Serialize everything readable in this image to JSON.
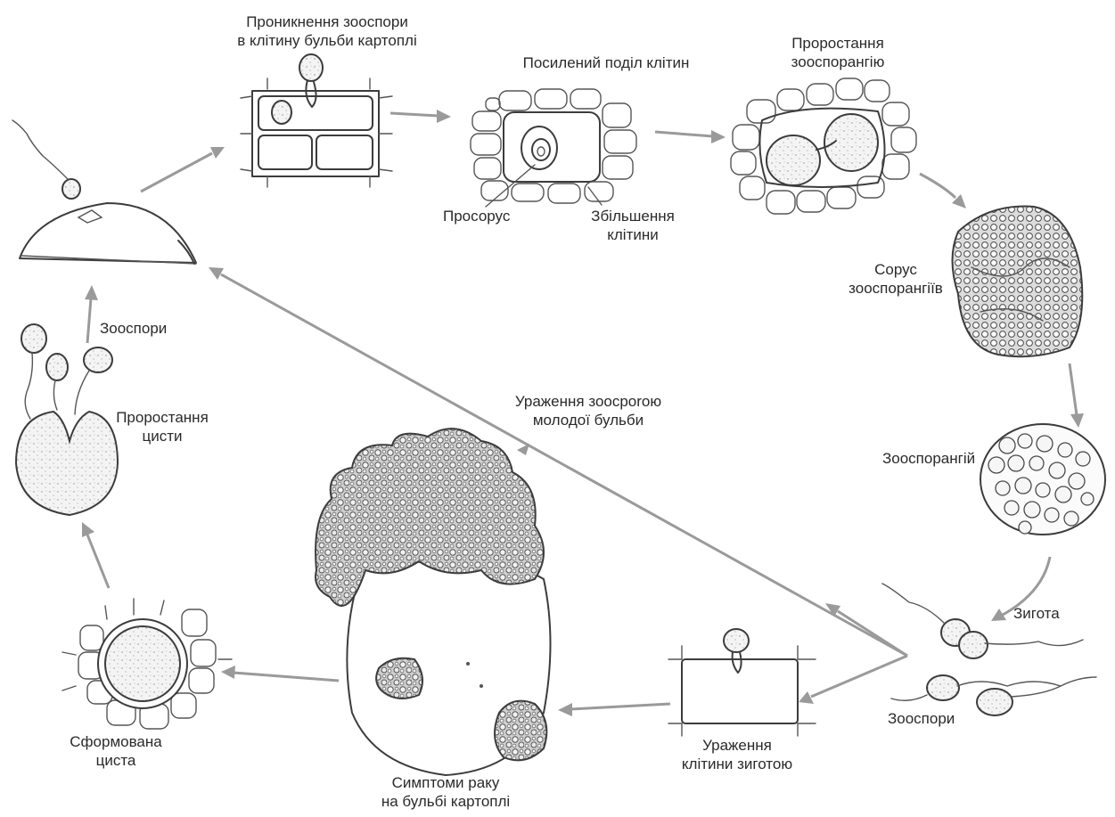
{
  "labels": {
    "penetration": [
      "Проникнення зооспори",
      "в клітину бульби картоплі"
    ],
    "division": "Посилений поділ клітин",
    "prosorus": "Просорус",
    "enlargement": [
      "Збільшення",
      "клітини"
    ],
    "germination_zoosporangium": [
      "Проростання",
      "зооспорангію"
    ],
    "sorus": [
      "Сорус",
      "зооспорангіїв"
    ],
    "zoosporangium": "Зооспорангій",
    "zygote": "Зигота",
    "zoospores_right": "Зооспори",
    "cell_infection_zygote": [
      "Ураження",
      "клітини зиготою"
    ],
    "cancer_symptoms": [
      "Симптоми раку",
      "на бульбі картоплі"
    ],
    "formed_cyst": [
      "Сформована",
      "циста"
    ],
    "cyst_germination": [
      "Проростання",
      "цисти"
    ],
    "zoospores_left": "Зооспори",
    "young_tuber_infection": [
      "Ураження зоосporою",
      "молодої бульби"
    ]
  },
  "colors": {
    "ink": "#3c3c3c",
    "arrow": "#9a9a9a",
    "text": "#2a2a2a"
  }
}
